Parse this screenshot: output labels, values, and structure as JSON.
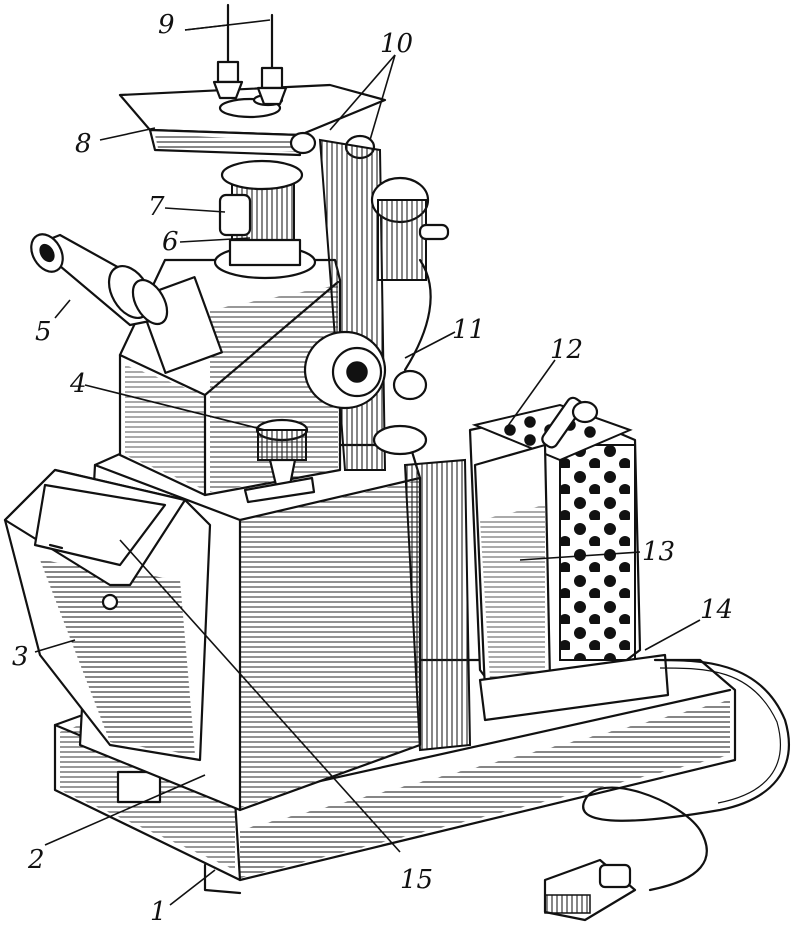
{
  "figure": {
    "labels": [
      "1",
      "2",
      "3",
      "4",
      "5",
      "6",
      "7",
      "8",
      "9",
      "10",
      "11",
      "12",
      "13",
      "14",
      "15"
    ]
  }
}
